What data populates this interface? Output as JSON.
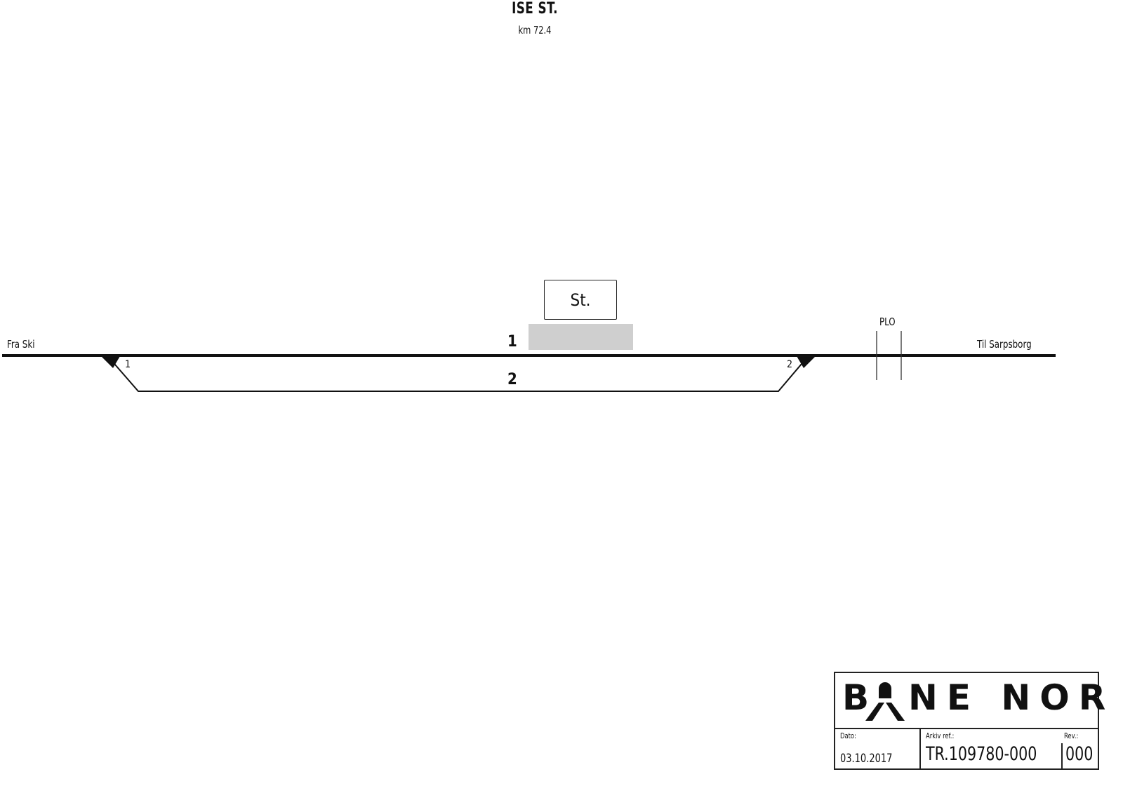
{
  "header": {
    "station_name": "ISE ST.",
    "km": "km 72.4"
  },
  "diagram": {
    "direction_left": "Fra Ski",
    "direction_right": "Til Sarpsborg",
    "tracks": [
      {
        "number": "1",
        "type": "main"
      },
      {
        "number": "2",
        "type": "siding"
      }
    ],
    "switches": [
      {
        "number": "1",
        "side": "left"
      },
      {
        "number": "2",
        "side": "right"
      }
    ],
    "station_building_label": "St.",
    "plo_label": "PLO",
    "colors": {
      "track": "#111111",
      "platform": "#cfcfcf"
    }
  },
  "title_block": {
    "logo_text_b": "B",
    "logo_text_rest": "NE NOR",
    "date_caption": "Dato:",
    "date_value": "03.10.2017",
    "archive_caption": "Arkiv ref.:",
    "archive_value": "TR.109780-000",
    "rev_caption": "Rev.:",
    "rev_value": "000"
  }
}
